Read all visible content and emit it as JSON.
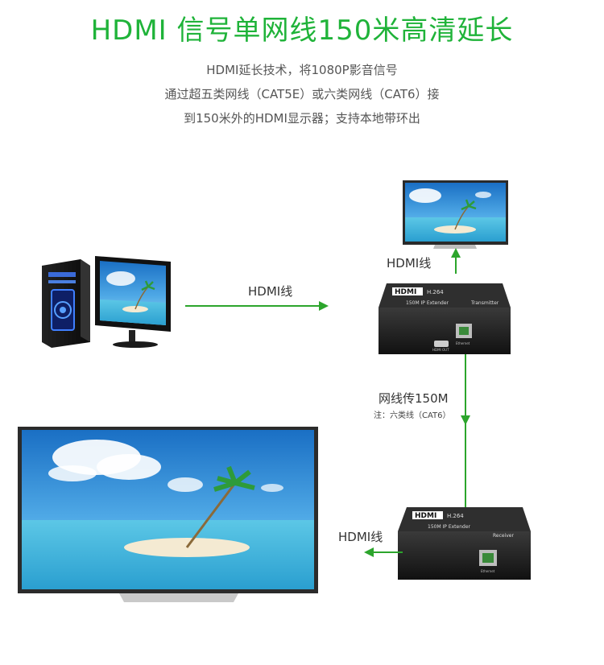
{
  "title": "HDMI 信号单网线150米高清延长",
  "description": [
    "HDMI延长技术，将1080P影音信号",
    "通过超五类网线（CAT5E）或六类网线（CAT6）接",
    "到150米外的HDMI显示器；支持本地带环出"
  ],
  "labels": {
    "hdmi_to_transmitter": "HDMI线",
    "hdmi_to_local_monitor": "HDMI线",
    "network_cable": "网线传150M",
    "network_note": "注：六类线（CAT6）",
    "hdmi_to_tv": "HDMI线"
  },
  "transmitter": {
    "logo": "HDMI",
    "codec": "H.264",
    "model": "150M IP Extender",
    "role": "Transmitter",
    "port_hdmi": "HDMI OUT",
    "port_eth": "Ethernet"
  },
  "receiver": {
    "logo": "HDMI",
    "codec": "H.264",
    "model": "150M IP Extender",
    "role": "Receiver",
    "port_eth": "Ethernet"
  },
  "colors": {
    "accent": "#1fb339",
    "line": "#2ca52c"
  }
}
